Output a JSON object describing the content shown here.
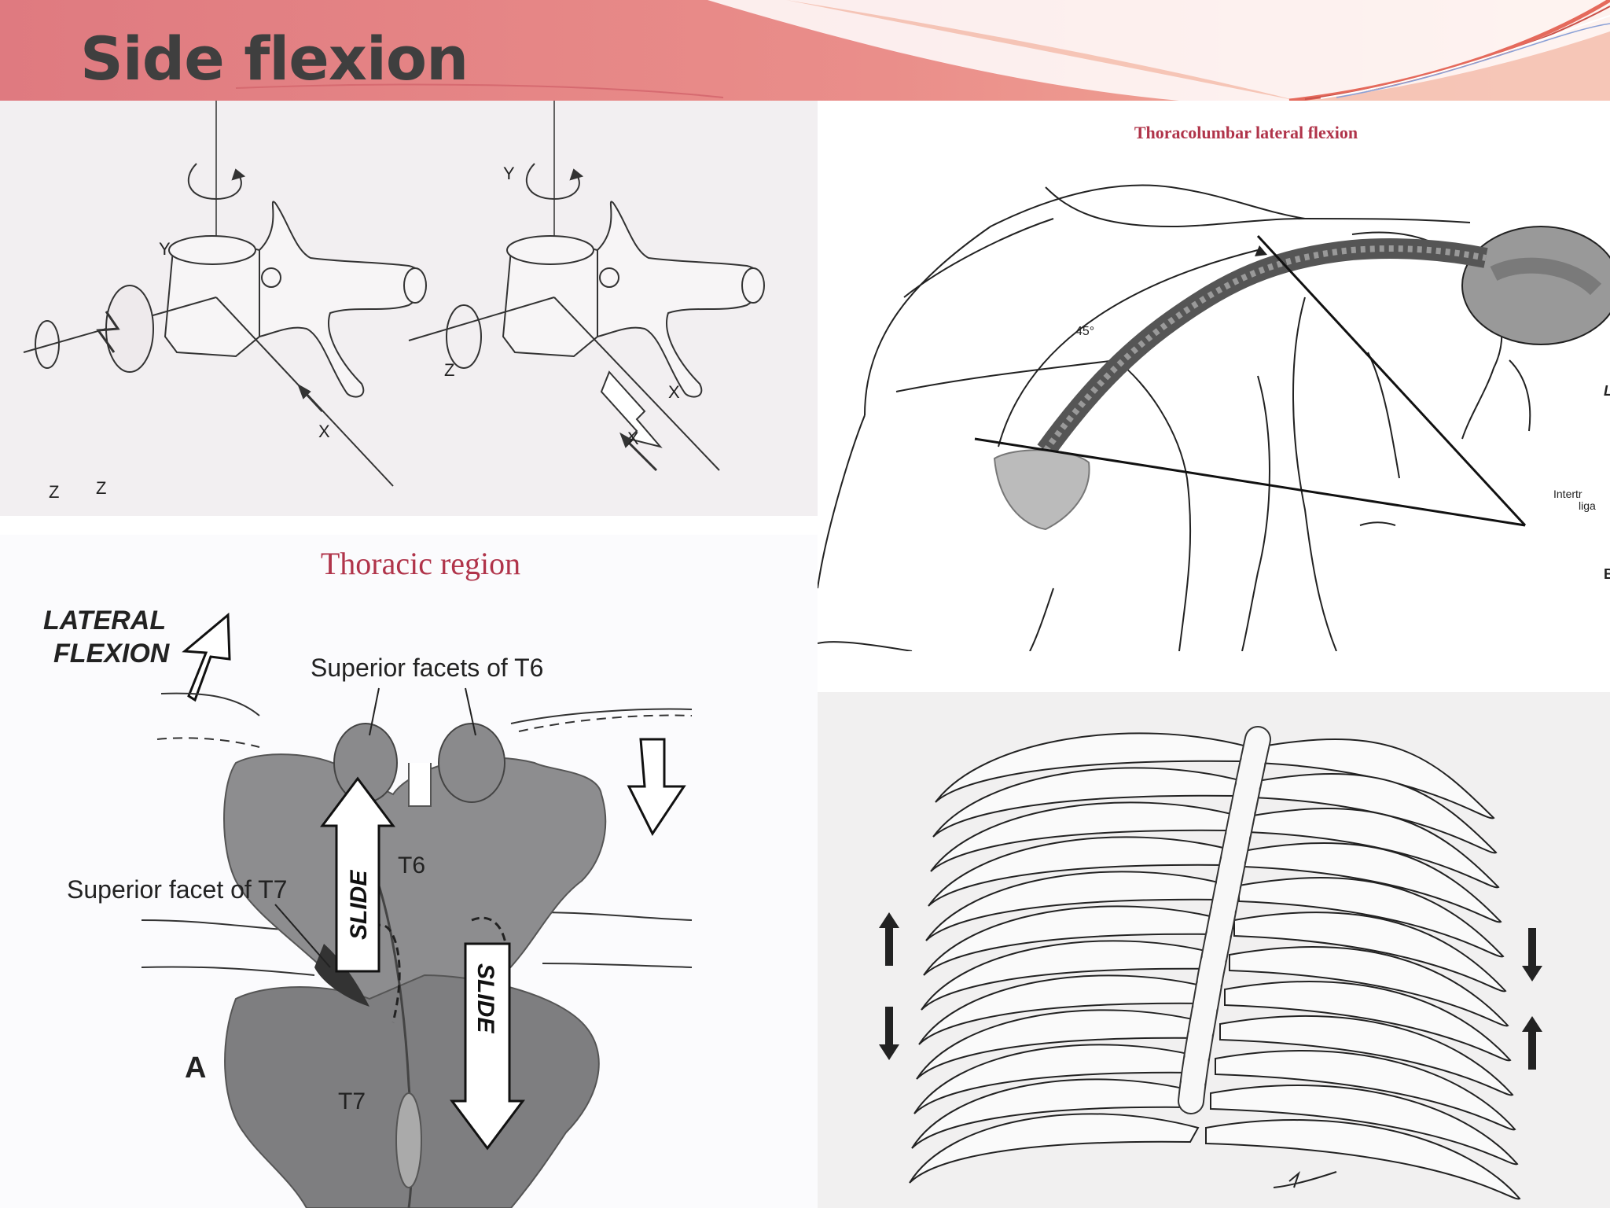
{
  "slide": {
    "title": "Side flexion"
  },
  "panel_top_left": {
    "axis_y_left": "Y",
    "axis_z_left_1": "Z",
    "axis_z_left_2": "Z",
    "axis_x_left": "X",
    "axis_y_right": "Y",
    "axis_z_right": "Z",
    "axis_x_right_1": "X",
    "axis_x_right_2": "X"
  },
  "panel_top_right": {
    "caption": "Thoracolumbar lateral flexion",
    "angle_label": "45°",
    "side_label_1": "L",
    "side_label_2": "Intertr",
    "side_label_3": "liga",
    "side_label_4": "B"
  },
  "panel_bottom_left": {
    "title": "Thoracic region",
    "lateral_flexion_line1": "LATERAL",
    "lateral_flexion_line2": "FLEXION",
    "superior_facets_t6": "Superior facets of T6",
    "superior_facet_t7": "Superior facet of T7",
    "label_t6": "T6",
    "label_t7": "T7",
    "slide_up": "SLIDE",
    "slide_down": "SLIDE",
    "figure_letter": "A"
  },
  "colors": {
    "header_gradient_start": "#e07a7e",
    "header_gradient_end": "#f4a99b",
    "title_text": "#3f3f3f",
    "caption_red": "#b0344a",
    "bone_gray": "#8d8d8f"
  }
}
